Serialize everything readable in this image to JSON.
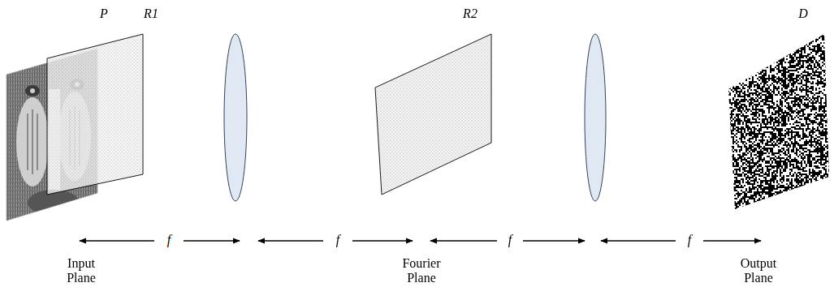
{
  "diagram": {
    "labels": [
      "P",
      "R1",
      "R2",
      "D",
      "f",
      "f",
      "f",
      "f",
      "Input Plane",
      "Fourier Plane",
      "Output Plane"
    ]
  }
}
